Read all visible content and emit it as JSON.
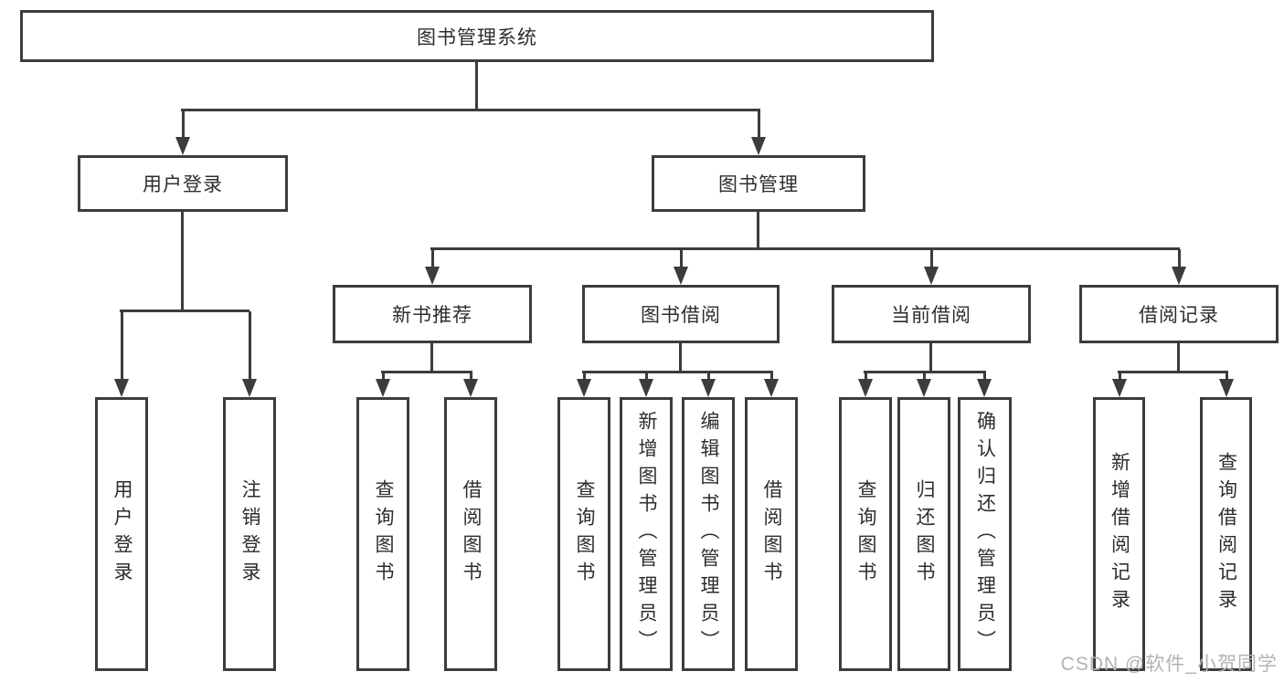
{
  "page": {
    "watermark": "CSDN @软件_小贺同学"
  },
  "colors": {
    "line": "#3c3c3c",
    "text": "#2d2d2d",
    "box_background": "#ffffff",
    "watermark": "#b3b3b3"
  },
  "tree": {
    "root": {
      "label": "图书管理系统"
    },
    "level2": [
      {
        "label": "用户登录",
        "children": [
          {
            "label": "用户登录"
          },
          {
            "label": "注销登录"
          }
        ]
      },
      {
        "label": "图书管理",
        "children": [
          {
            "label": "新书推荐",
            "children": [
              {
                "label": "查询图书"
              },
              {
                "label": "借阅图书"
              }
            ]
          },
          {
            "label": "图书借阅",
            "children": [
              {
                "label": "查询图书"
              },
              {
                "label": "新增图书（管理员）"
              },
              {
                "label": "编辑图书（管理员）"
              },
              {
                "label": "借阅图书"
              }
            ]
          },
          {
            "label": "当前借阅",
            "children": [
              {
                "label": "查询图书"
              },
              {
                "label": "归还图书"
              },
              {
                "label": "确认归还（管理员）"
              }
            ]
          },
          {
            "label": "借阅记录",
            "children": [
              {
                "label": "新增借阅记录"
              },
              {
                "label": "查询借阅记录"
              }
            ]
          }
        ]
      }
    ]
  }
}
